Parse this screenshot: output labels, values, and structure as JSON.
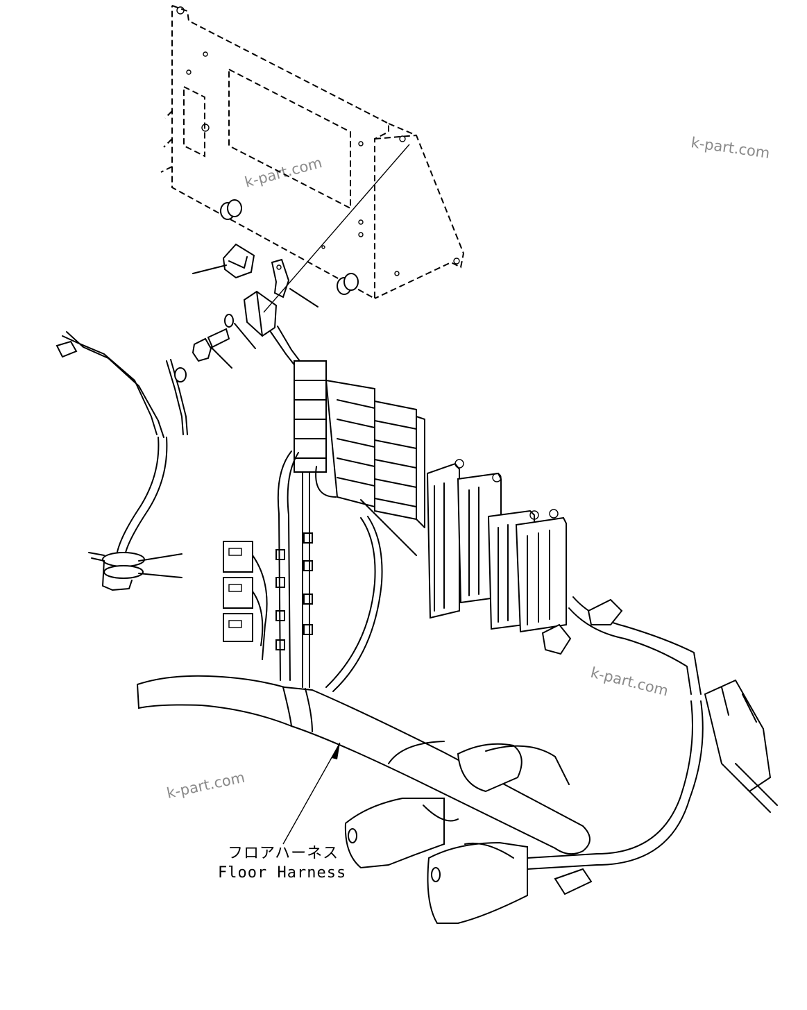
{
  "watermarks": [
    "k-part.com",
    "k-part.com",
    "k-part.com",
    "k-part.com"
  ],
  "callout": {
    "label_jp": "フロアハーネス",
    "label_en": "Floor Harness"
  }
}
